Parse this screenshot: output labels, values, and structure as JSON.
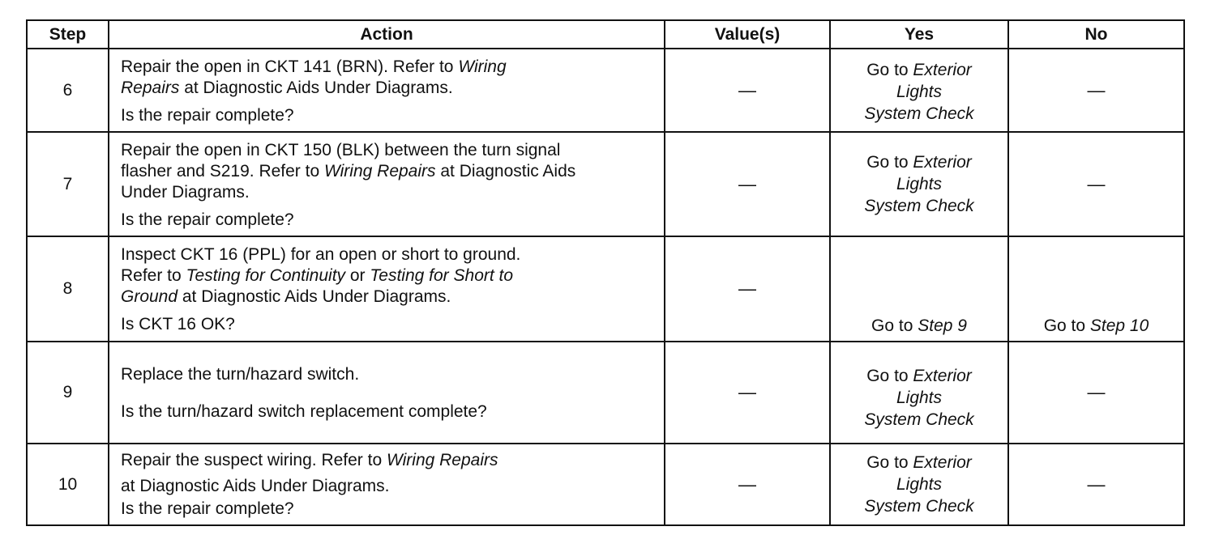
{
  "header": {
    "step": "Step",
    "action": "Action",
    "values": "Value(s)",
    "yes": "Yes",
    "no": "No"
  },
  "dash": "—",
  "rows": [
    {
      "step": "6",
      "action_1a": "Repair the open in CKT 141 (BRN). Refer to ",
      "action_1b": "Wiring",
      "action_2a": "Repairs",
      "action_2b": " at Diagnostic Aids Under Diagrams.",
      "question": "Is the repair complete?",
      "yes_a": "Go to ",
      "yes_b": "Exterior",
      "yes_c": "Lights",
      "yes_d": "System Check"
    },
    {
      "step": "7",
      "action_1": "Repair the open in CKT 150 (BLK) between the turn signal",
      "action_2a": "flasher and S219. Refer to ",
      "action_2b": "Wiring Repairs",
      "action_2c": " at Diagnostic Aids",
      "action_3": "Under Diagrams.",
      "question": "Is the repair complete?",
      "yes_a": "Go to ",
      "yes_b": "Exterior",
      "yes_c": "Lights",
      "yes_d": "System Check"
    },
    {
      "step": "8",
      "action_1": "Inspect CKT 16 (PPL) for an open or short to ground.",
      "action_2a": "Refer to ",
      "action_2b": "Testing for Continuity",
      "action_2c": " or ",
      "action_2d": "Testing for Short to",
      "action_3a": "Ground",
      "action_3b": " at Diagnostic Aids Under Diagrams.",
      "question": "Is CKT 16 OK?",
      "yes_a": "Go to ",
      "yes_b": "Step 9",
      "no_a": "Go to ",
      "no_b": "Step 10"
    },
    {
      "step": "9",
      "action_1": "Replace the turn/hazard switch.",
      "question": "Is the turn/hazard switch replacement complete?",
      "yes_a": "Go to ",
      "yes_b": "Exterior",
      "yes_c": "Lights",
      "yes_d": "System Check"
    },
    {
      "step": "10",
      "action_1a": "Repair the suspect wiring. Refer to ",
      "action_1b": "Wiring Repairs",
      "action_2": "at Diagnostic Aids Under Diagrams.",
      "question": "Is the repair complete?",
      "yes_a": "Go to ",
      "yes_b": "Exterior",
      "yes_c": "Lights",
      "yes_d": "System Check"
    }
  ]
}
